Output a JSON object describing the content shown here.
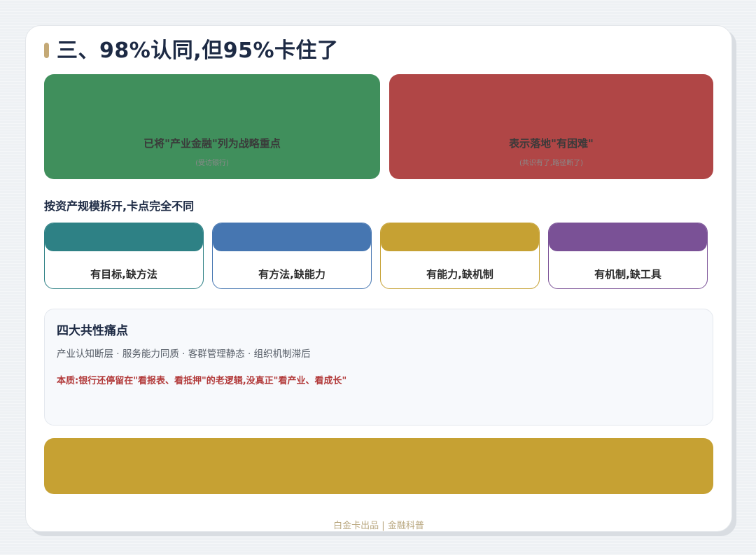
{
  "title": "三、98%认同,但95%卡住了",
  "stats": [
    {
      "label": "已将\"产业金融\"列为战略重点",
      "sub": "(受访银行)",
      "color": "#408f5c"
    },
    {
      "label": "表示落地\"有困难\"",
      "sub": "(共识有了,路径断了)",
      "color": "#b04646"
    }
  ],
  "segments_heading": "按资产规模拆开,卡点完全不同",
  "segments": [
    {
      "label": "有目标,缺方法",
      "color": "#2e8185"
    },
    {
      "label": "有方法,缺能力",
      "color": "#4676b1"
    },
    {
      "label": "有能力,缺机制",
      "color": "#c6a133"
    },
    {
      "label": "有机制,缺工具",
      "color": "#7a5196"
    }
  ],
  "pain_points": {
    "title": "四大共性痛点",
    "items": "产业认知断层 · 服务能力同质 · 客群管理静态 · 组织机制滞后",
    "essence": "本质:银行还停留在\"看报表、看抵押\"的老逻辑,没真正\"看产业、看成长\""
  },
  "footer": "白金卡出品 | 金融科普"
}
